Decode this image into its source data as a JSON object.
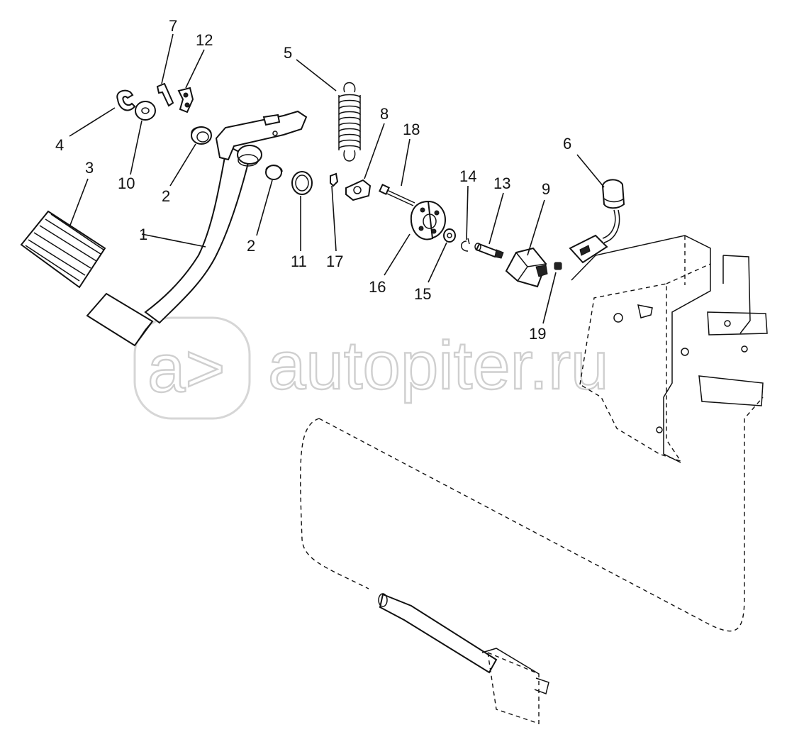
{
  "diagram": {
    "watermark": {
      "logo_glyph": "a>",
      "text": "autopiter.ru"
    },
    "callouts": [
      {
        "id": "c1",
        "label": "1"
      },
      {
        "id": "c2a",
        "label": "2"
      },
      {
        "id": "c2b",
        "label": "2"
      },
      {
        "id": "c3",
        "label": "3"
      },
      {
        "id": "c4",
        "label": "4"
      },
      {
        "id": "c5",
        "label": "5"
      },
      {
        "id": "c6",
        "label": "6"
      },
      {
        "id": "c7",
        "label": "7"
      },
      {
        "id": "c8",
        "label": "8"
      },
      {
        "id": "c9",
        "label": "9"
      },
      {
        "id": "c10",
        "label": "10"
      },
      {
        "id": "c11",
        "label": "11"
      },
      {
        "id": "c12",
        "label": "12"
      },
      {
        "id": "c13",
        "label": "13"
      },
      {
        "id": "c14",
        "label": "14"
      },
      {
        "id": "c15",
        "label": "15"
      },
      {
        "id": "c16",
        "label": "16"
      },
      {
        "id": "c17",
        "label": "17"
      },
      {
        "id": "c18",
        "label": "18"
      },
      {
        "id": "c19",
        "label": "19"
      }
    ]
  }
}
